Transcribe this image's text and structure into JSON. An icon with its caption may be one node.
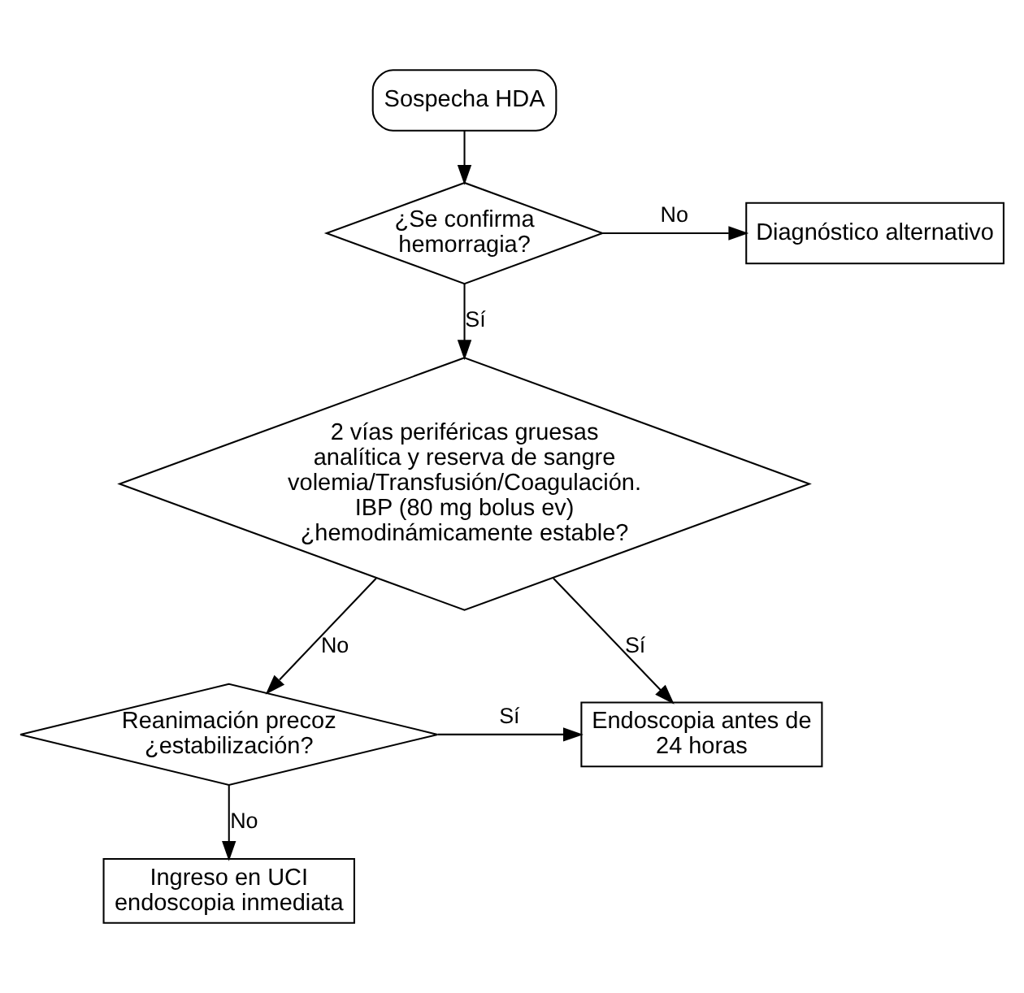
{
  "diagram": {
    "nodes": [
      {
        "text": [
          "Sospecha HDA"
        ]
      },
      {
        "text": [
          "¿Se confirma hemorragia?"
        ]
      },
      {
        "text": [
          "Diagnóstico alternativo"
        ]
      },
      {
        "text": [
          "2 vías periféricas gruesas analítica y reserva de sangre volemia/Transfusión/Coagulación. IBP (80 mg bolus ev) ¿hemodinámicamente estable?"
        ]
      },
      {
        "text": [
          "Reanimación precoz ¿estabilización?"
        ]
      },
      {
        "text": [
          "Endoscopia antes de 24 horas"
        ]
      },
      {
        "text": [
          "Ingreso en UCI endoscopia inmediata"
        ]
      }
    ],
    "edges": [
      {
        "from": 0,
        "to": 1,
        "arrow": "to"
      },
      {
        "from": 1,
        "to": 2,
        "arrow": "to",
        "label": "No"
      },
      {
        "from": 1,
        "to": 3,
        "arrow": "to",
        "label": "Sí"
      },
      {
        "from": 3,
        "to": 5,
        "arrow": "to",
        "label": "Sí"
      },
      {
        "from": 3,
        "to": 4,
        "arrow": "to",
        "label": "No"
      },
      {
        "from": 4,
        "to": 5,
        "arrow": "to",
        "label": "Sí"
      },
      {
        "from": 4,
        "to": 6,
        "arrow": "to",
        "label": "No"
      }
    ]
  }
}
